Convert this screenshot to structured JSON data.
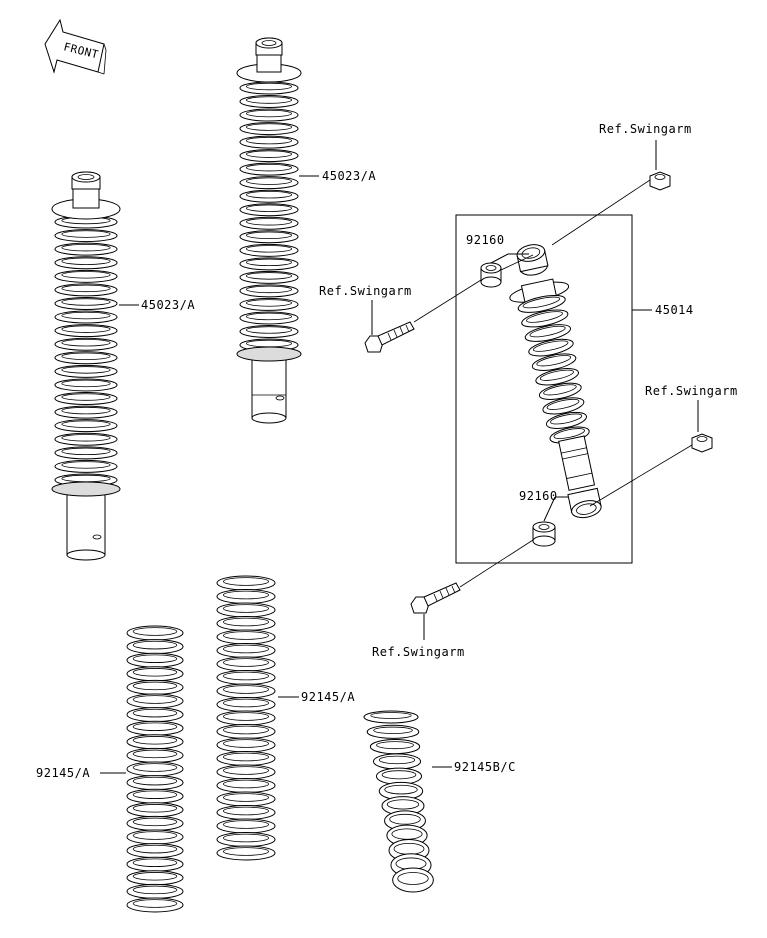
{
  "front_label": "FRONT",
  "labels": {
    "part_45023A_upper": "45023/A",
    "part_45023A_lower": "45023/A",
    "part_45014": "45014",
    "part_92160_top": "92160",
    "part_92160_bottom": "92160",
    "ref_swingarm_top": "Ref.Swingarm",
    "ref_swingarm_left": "Ref.Swingarm",
    "ref_swingarm_right": "Ref.Swingarm",
    "ref_swingarm_bottom": "Ref.Swingarm",
    "part_92145A_left": "92145/A",
    "part_92145A_mid": "92145/A",
    "part_92145BC": "92145B/C"
  }
}
